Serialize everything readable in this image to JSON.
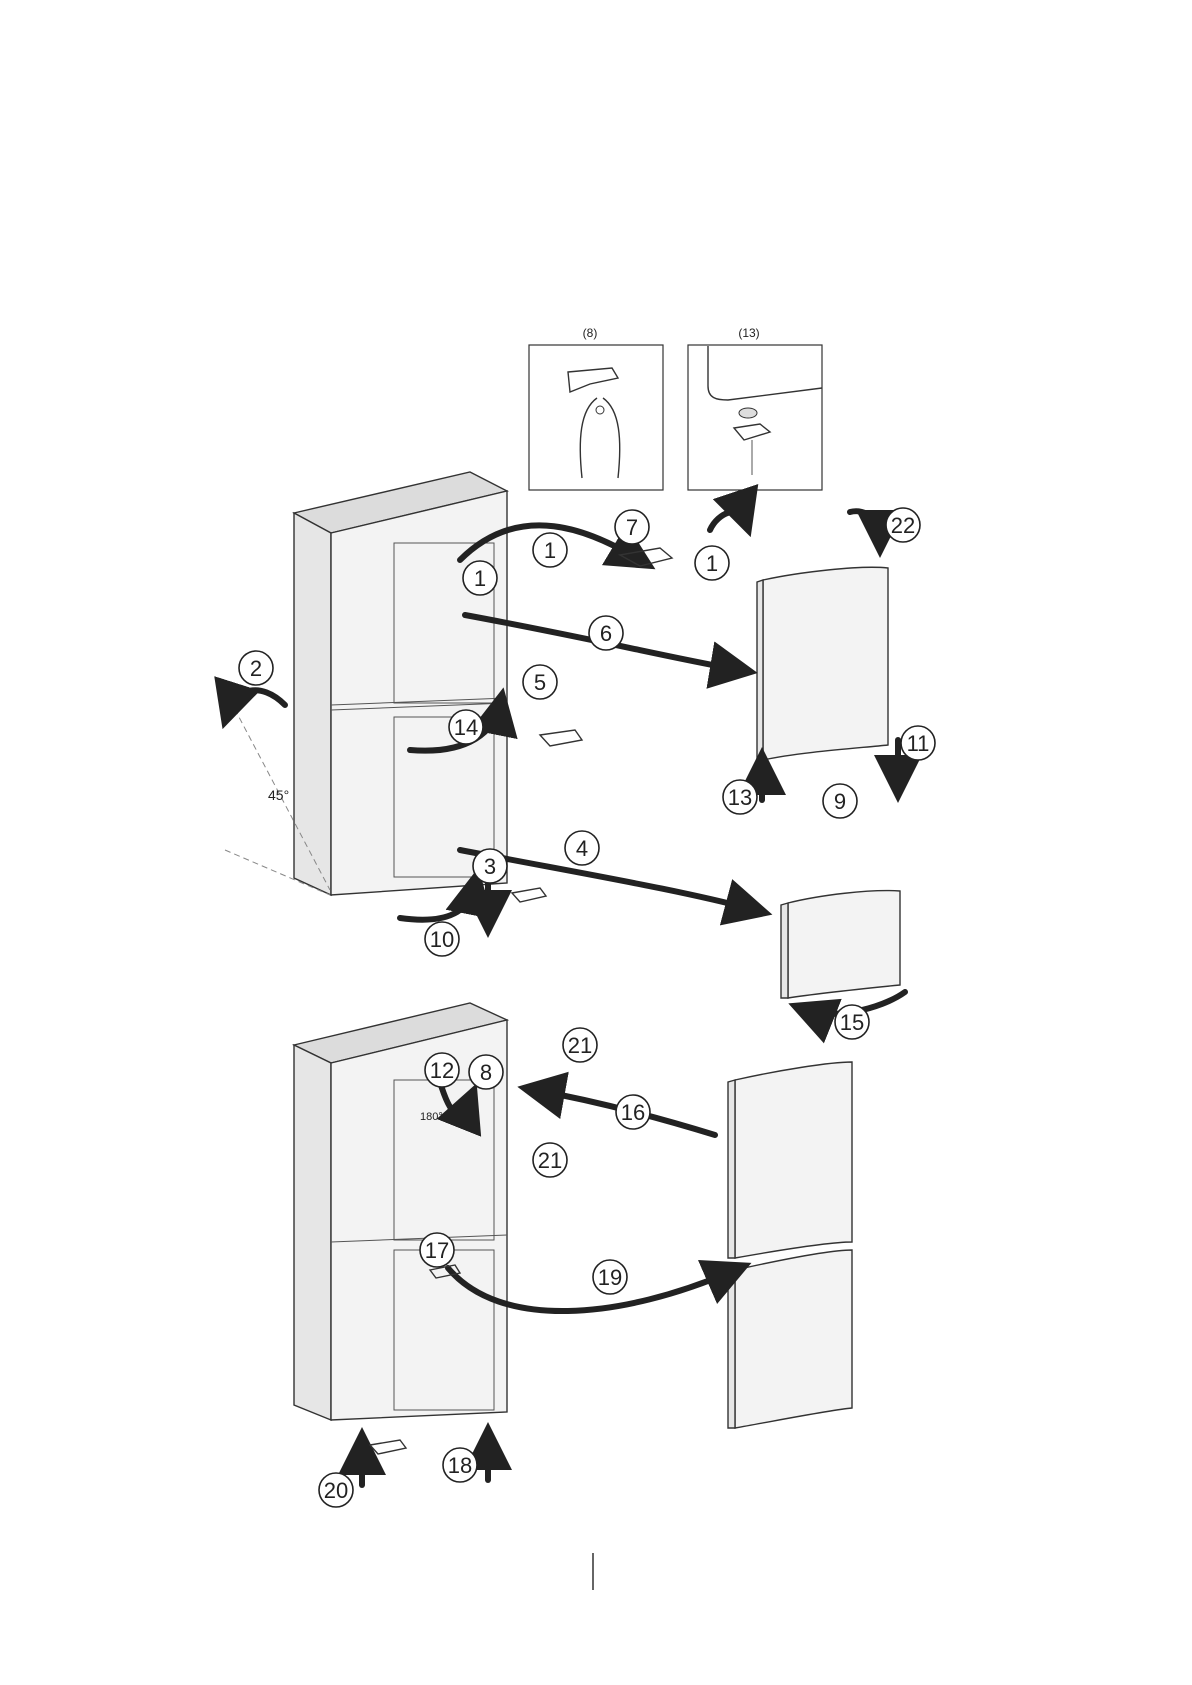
{
  "insets": {
    "left_label": "(8)",
    "right_label": "(13)"
  },
  "steps": [
    "1",
    "1",
    "1",
    "2",
    "3",
    "4",
    "5",
    "6",
    "7",
    "9",
    "10",
    "11",
    "13",
    "14",
    "22",
    "12",
    "8",
    "21",
    "16",
    "21",
    "15",
    "17",
    "19",
    "18",
    "20"
  ],
  "labels": {
    "angle": "45°",
    "rotation": "180°"
  }
}
